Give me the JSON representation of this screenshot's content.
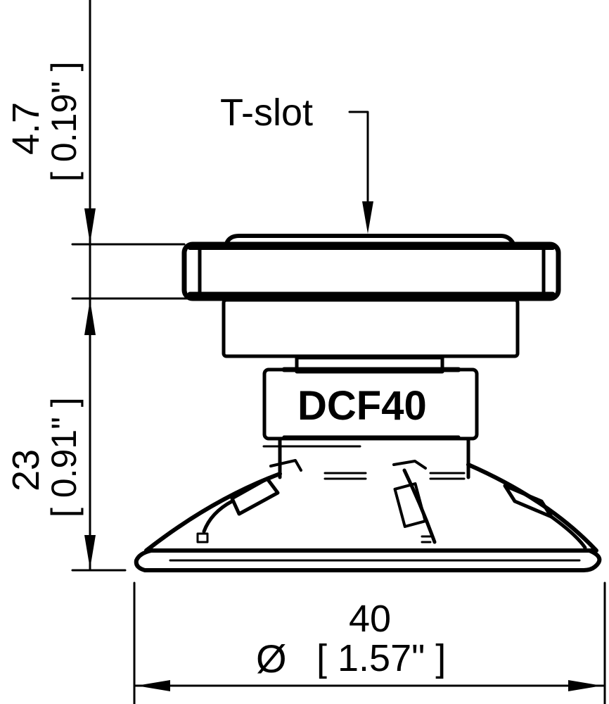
{
  "drawing": {
    "part_label": "DCF40",
    "callout": {
      "text": "T-slot"
    },
    "dimensions": {
      "t_slot_height": {
        "mm": "4.7",
        "inch": "[ 0.19\" ]"
      },
      "overall_height": {
        "mm": "23",
        "inch": "[ 0.91\" ]"
      },
      "diameter": {
        "mm": "40",
        "symbol": "Ø",
        "inch": "[ 1.57\" ]"
      }
    },
    "colors": {
      "line": "#000000",
      "background": "#ffffff"
    }
  }
}
